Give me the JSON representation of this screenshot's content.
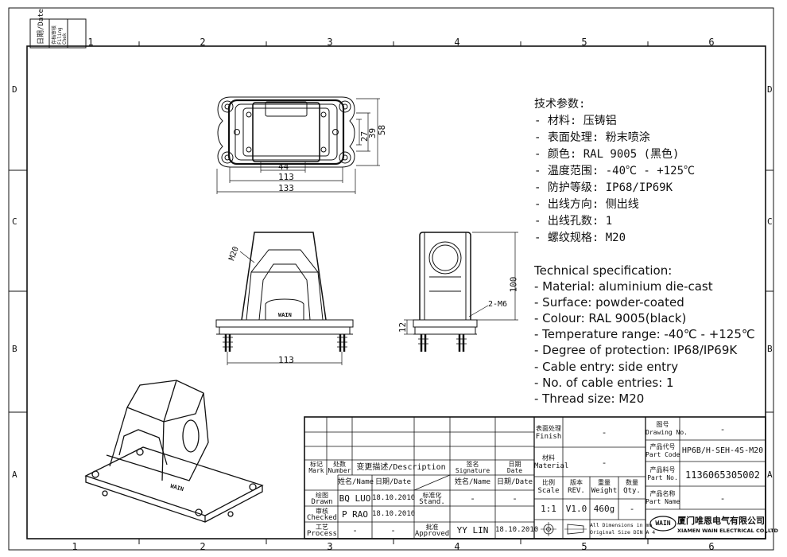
{
  "frame": {
    "columns": [
      "1",
      "2",
      "3",
      "4",
      "5",
      "6"
    ],
    "rows": [
      "D",
      "C",
      "B",
      "A"
    ],
    "filing": {
      "date_label": "日期/Date",
      "check_label": "存档审核 Filing Chek"
    }
  },
  "dimensions": {
    "top_view": {
      "w44": "44",
      "w113": "113",
      "w133": "133",
      "h27": "27",
      "h39": "39",
      "h58": "58"
    },
    "front_view": {
      "thread": "M20",
      "w113": "113"
    },
    "side_view": {
      "h100": "100",
      "h12": "12",
      "screw": "2-M6"
    },
    "brand_mark": "WAIN"
  },
  "specs_cn": {
    "title": "技术参数:",
    "items": [
      "- 材料: 压铸铝",
      "- 表面处理: 粉末喷涂",
      "- 颜色: RAL 9005 (黑色)",
      "- 温度范围: -40℃ - +125℃",
      "- 防护等级: IP68/IP69K",
      "- 出线方向: 侧出线",
      "- 出线孔数: 1",
      "- 螺纹规格: M20"
    ]
  },
  "specs_en": {
    "title": "Technical specification:",
    "items": [
      "- Material: aluminium die-cast",
      "- Surface: powder-coated",
      "- Colour: RAL 9005(black)",
      "- Temperature range: -40℃ - +125℃",
      "- Degree of protection: IP68/IP69K",
      "- Cable entry: side entry",
      "- No. of cable entries: 1",
      "- Thread size: M20"
    ]
  },
  "title_block": {
    "mark": {
      "cn": "标记",
      "en": "Mark"
    },
    "number": {
      "cn": "处数",
      "en": "Number"
    },
    "description": "变更描述/Description",
    "signature": {
      "cn": "签名",
      "en": "Signature"
    },
    "date": {
      "cn": "日期",
      "en": "Date"
    },
    "name_col": "姓名/Name",
    "date_col": "日期/Date",
    "standard": {
      "cn": "标准化",
      "en": "Stand."
    },
    "drawn": {
      "cn": "绘图",
      "en": "Drawn",
      "name": "BQ LUO",
      "date": "18.10.2010"
    },
    "checked": {
      "cn": "审核",
      "en": "Checked",
      "name": "P RAO",
      "date": "18.10.2010"
    },
    "process": {
      "cn": "工艺",
      "en": "Process",
      "name": "-",
      "date": "-"
    },
    "approved": {
      "cn": "批准",
      "en": "Approved",
      "name": "YY LIN",
      "date": "18.10.2010"
    },
    "stand_name": "-",
    "stand_date": "-",
    "finish": {
      "cn": "表面处理",
      "en": "Finish",
      "value": "-"
    },
    "material": {
      "cn": "材料",
      "en": "Material",
      "value": "-"
    },
    "scale": {
      "cn": "比例",
      "en": "Scale",
      "value": "1:1"
    },
    "rev": {
      "cn": "版本",
      "en": "REV.",
      "value": "V1.0"
    },
    "weight": {
      "cn": "重量",
      "en": "Weight",
      "value": "460g"
    },
    "qty": {
      "cn": "数量",
      "en": "Qty.",
      "value": "-"
    },
    "dims_note": [
      "All Dimensions in mm",
      "Original Size DIN A 4"
    ],
    "drawing_no": {
      "cn": "图号",
      "en": "Drawing No.",
      "value": "-"
    },
    "part_code": {
      "cn": "产品代号",
      "en": "Part Code",
      "value": "HP6B/H-SEH-4S-M20"
    },
    "part_no": {
      "cn": "产品料号",
      "en": "Part No.",
      "value": "1136065305002"
    },
    "part_name": {
      "cn": "产品名称",
      "en": "Part Name",
      "value": "-"
    },
    "company_cn": "厦门唯恩电气有限公司",
    "company_en": "XIAMEN WAIN ELECTRICAL CO.,LTD",
    "logo_text": "WAIN"
  }
}
